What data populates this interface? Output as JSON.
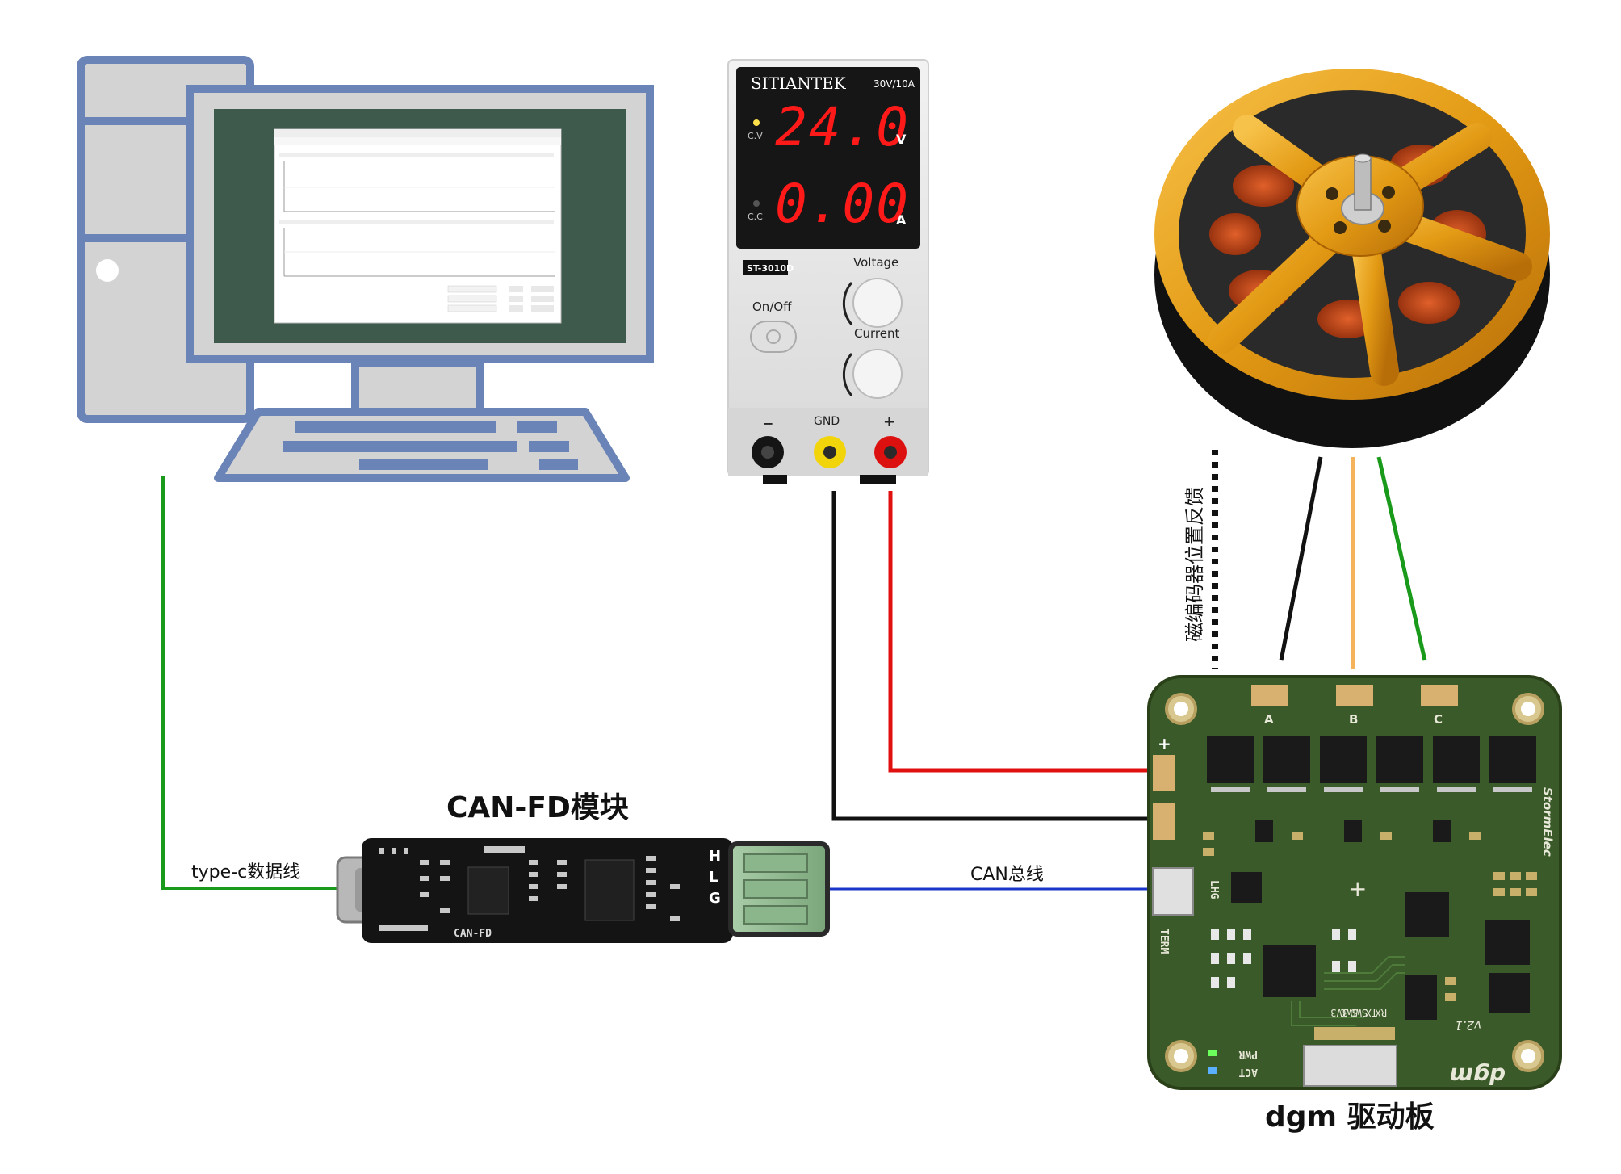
{
  "labels": {
    "canfd_title": "CAN-FD模块",
    "usb_cable": "type-c数据线",
    "can_bus": "CAN总线",
    "encoder_feedback": "磁编码器位置反馈",
    "driver_title": "dgm 驱动板"
  },
  "psu": {
    "brand": "SITIANTEK",
    "rating": "30V/10A",
    "voltage_reading": "24.0",
    "current_reading": "0.00",
    "v_unit": "V",
    "a_unit": "A",
    "cv_label": "C.V",
    "cc_label": "C.C",
    "model": "ST-3010D",
    "voltage_knob": "Voltage",
    "current_knob": "Current",
    "power_label": "On/Off",
    "neg_label": "−",
    "gnd_label": "GND",
    "pos_label": "+"
  },
  "canfd_board": {
    "pin_h": "H",
    "pin_l": "L",
    "pin_g": "G",
    "silk": "CAN-FD"
  },
  "driver_board": {
    "phase_a": "A",
    "phase_b": "B",
    "phase_c": "C",
    "brand": "StormElec",
    "logo": "dgm",
    "version": "v2.1",
    "term": "TERM",
    "lhg": "LHG",
    "pwr": "PWR",
    "act": "ACT",
    "rx": "RX",
    "tx": "TX",
    "swd": "SWD",
    "swc": "SWC",
    "v33": "3V3",
    "plus": "+"
  },
  "colors": {
    "monitor_blue": "#6a84b8",
    "monitor_gray": "#d3d3d3",
    "screen_green": "#3e5a4c",
    "wire_green": "#1a9a1a",
    "wire_black": "#111111",
    "wire_red": "#e01010",
    "wire_blue": "#1a35c8",
    "wire_orange": "#f4b35a",
    "pcb_green": "#3a5a2a",
    "motor_gold": "#e8a020",
    "led_red": "#ff1a1a"
  }
}
